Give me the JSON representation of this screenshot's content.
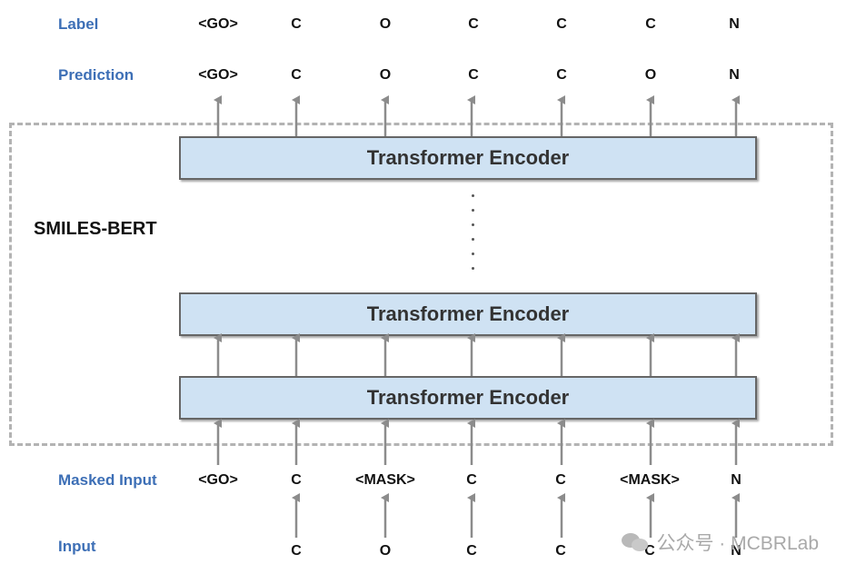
{
  "row_labels": {
    "label": "Label",
    "prediction": "Prediction",
    "masked_input": "Masked Input",
    "input": "Input"
  },
  "label_tokens": [
    "<GO>",
    "C",
    "O",
    "C",
    "C",
    "C",
    "N"
  ],
  "prediction_tokens": [
    "<GO>",
    "C",
    "O",
    "C",
    "C",
    "O",
    "N"
  ],
  "masked_input_tokens": [
    "<GO>",
    "C",
    "<MASK>",
    "C",
    "C",
    "<MASK>",
    "N"
  ],
  "input_tokens": [
    "",
    "C",
    "O",
    "C",
    "C",
    "C",
    "N"
  ],
  "model_name": "SMILES-BERT",
  "encoder_label": "Transformer Encoder",
  "watermark": "公众号 · MCBRLab",
  "colors": {
    "row_label": "#3d6fb6",
    "encoder_fill": "#cfe2f3",
    "encoder_border": "#666666",
    "arrow": "#8c8c8c",
    "frame": "#b3b3b3"
  }
}
